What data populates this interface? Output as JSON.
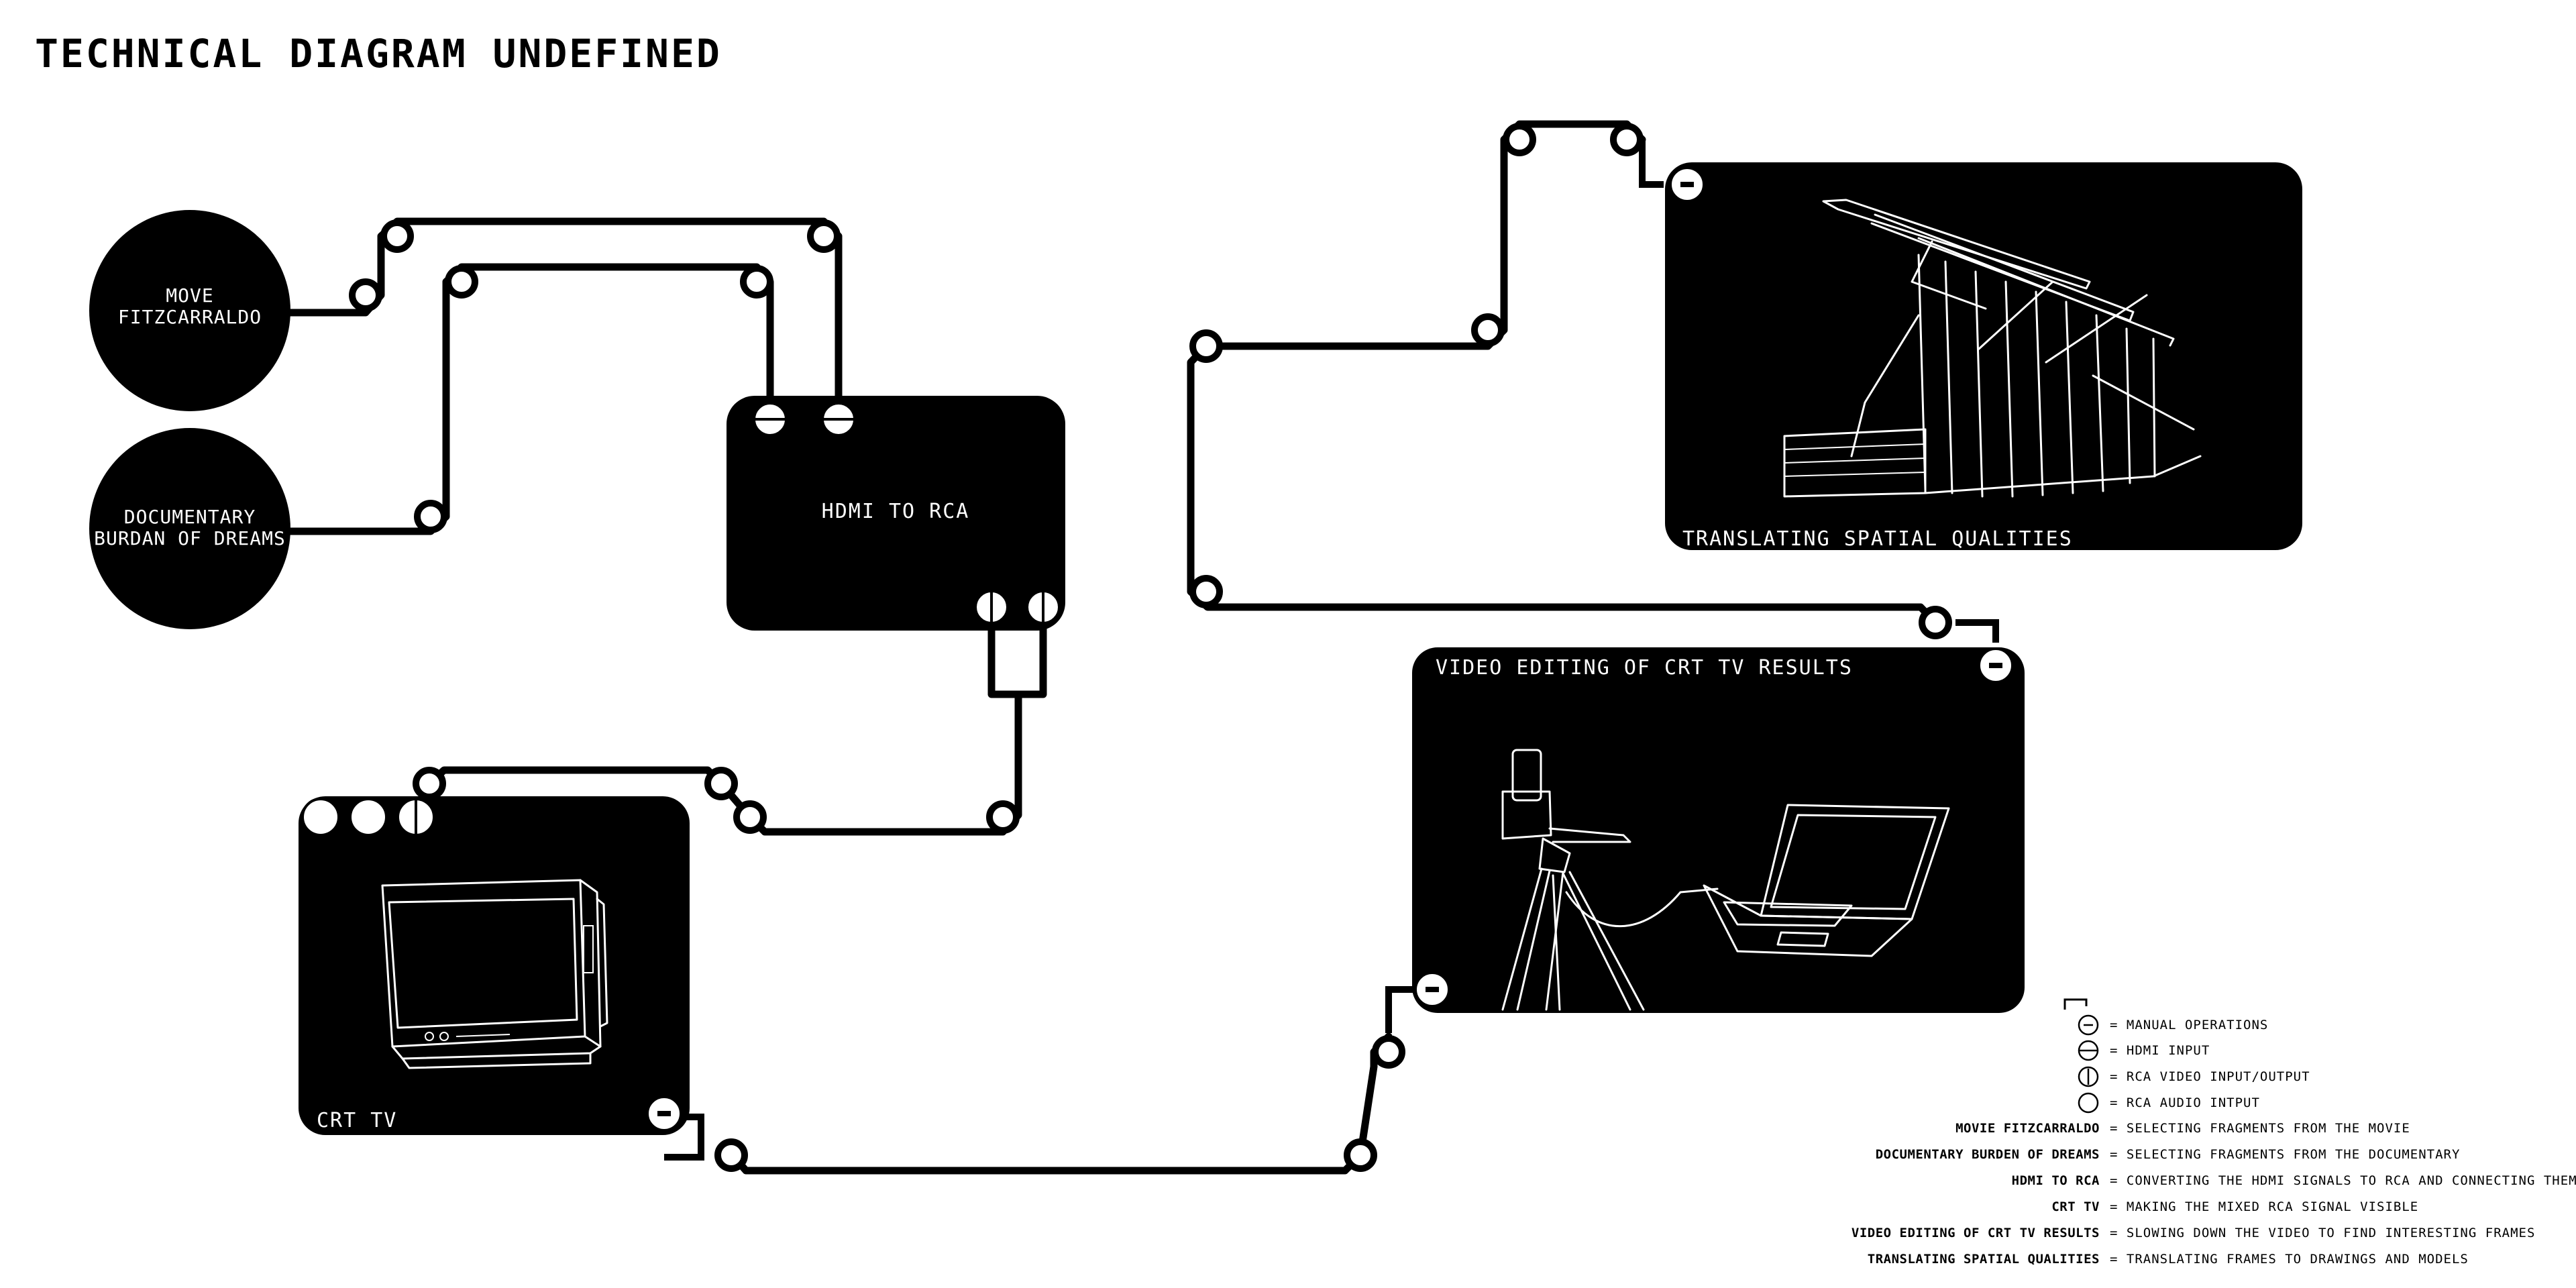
{
  "title": "TECHNICAL DIAGRAM UNDEFINED",
  "nodes": {
    "movie": {
      "line1": "MOVE",
      "line2": "FITZCARRALDO"
    },
    "documentary": {
      "line1": "DOCUMENTARY",
      "line2": "BURDAN OF DREAMS"
    },
    "hdmi_to_rca": {
      "label": "HDMI TO RCA"
    },
    "crt_tv": {
      "label": "CRT TV"
    },
    "video_editing": {
      "label": "VIDEO EDITING OF CRT TV RESULTS"
    },
    "translating": {
      "label": "TRANSLATING SPATIAL QUALITIES"
    }
  },
  "legend": {
    "symbols": [
      {
        "icon": "manual-operation-icon",
        "text": "= MANUAL OPERATIONS"
      },
      {
        "icon": "hdmi-input-icon",
        "text": "= HDMI INPUT"
      },
      {
        "icon": "rca-video-icon",
        "text": "= RCA VIDEO  INPUT/OUTPUT"
      },
      {
        "icon": "rca-audio-icon",
        "text": "= RCA AUDIO INTPUT"
      }
    ],
    "definitions": [
      {
        "key": "MOVIE FITZCARRALDO",
        "text": "= SELECTING FRAGMENTS FROM THE MOVIE"
      },
      {
        "key": "DOCUMENTARY BURDEN OF DREAMS",
        "text": "= SELECTING FRAGMENTS FROM THE DOCUMENTARY"
      },
      {
        "key": "HDMI TO RCA",
        "text": "= CONVERTING THE HDMI SIGNALS TO RCA AND CONNECTING THEM"
      },
      {
        "key": "CRT TV",
        "text": "= MAKING THE MIXED RCA SIGNAL VISIBLE"
      },
      {
        "key": "VIDEO EDITING OF CRT TV RESULTS",
        "text": "= SLOWING DOWN THE VIDEO TO FIND INTERESTING FRAMES"
      },
      {
        "key": "TRANSLATING SPATIAL QUALITIES",
        "text": "= TRANSLATING FRAMES TO DRAWINGS AND MODELS"
      }
    ]
  },
  "colors": {
    "ink": "#000000",
    "paper": "#ffffff"
  }
}
